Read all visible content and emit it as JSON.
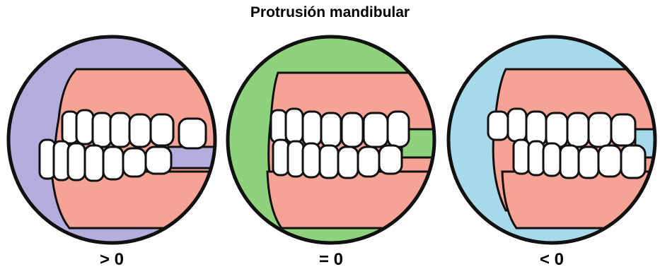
{
  "title": "Protrusión mandibular",
  "panels": [
    {
      "label": "> 0",
      "background_color": "#b3aedb"
    },
    {
      "label": "= 0",
      "background_color": "#8fd27c"
    },
    {
      "label": "< 0",
      "background_color": "#a8d9ea"
    }
  ],
  "colors": {
    "gum": "#f5a394",
    "tooth": "#ffffff",
    "outline": "#111111"
  }
}
